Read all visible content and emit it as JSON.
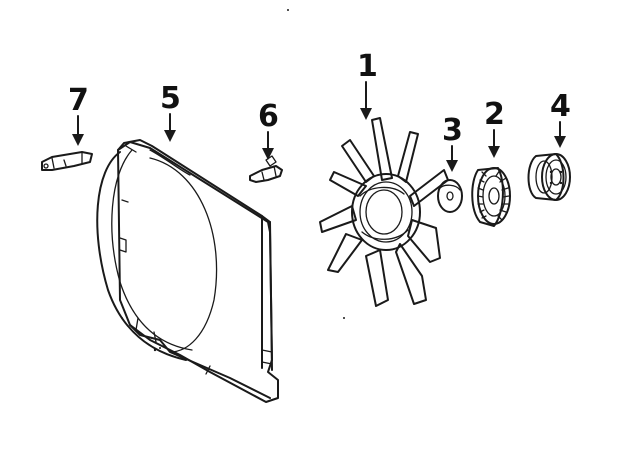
{
  "diagram": {
    "callouts": [
      {
        "id": "1",
        "label": "1",
        "part": "fan-blade"
      },
      {
        "id": "2",
        "label": "2",
        "part": "fan-clutch"
      },
      {
        "id": "3",
        "label": "3",
        "part": "spacer"
      },
      {
        "id": "4",
        "label": "4",
        "part": "pulley"
      },
      {
        "id": "5",
        "label": "5",
        "part": "fan-shroud"
      },
      {
        "id": "6",
        "label": "6",
        "part": "clip-right"
      },
      {
        "id": "7",
        "label": "7",
        "part": "clip-left"
      }
    ]
  },
  "colors": {
    "ink": "#1a1a1a",
    "background": "#ffffff"
  }
}
